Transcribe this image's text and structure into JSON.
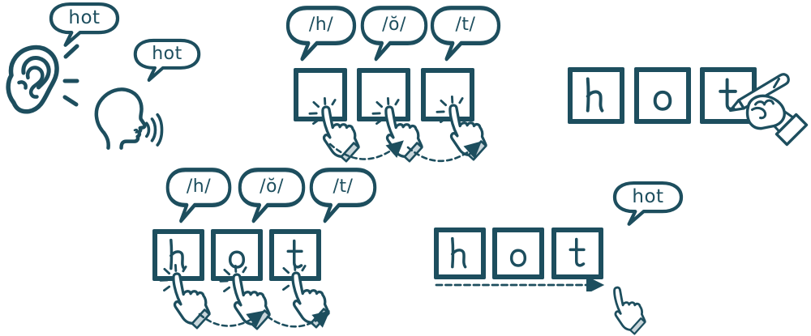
{
  "colors": {
    "ink": "#1d4e5e",
    "cuff": "#c9d6db",
    "background": "#ffffff"
  },
  "word": "hot",
  "panels": {
    "listen_and_say": {
      "heard_word": "hot",
      "spoken_word": "hot"
    },
    "tap_sounds": {
      "sound_bubbles": [
        "/h/",
        "/ŏ/",
        "/t/"
      ],
      "boxes": [
        "",
        "",
        ""
      ]
    },
    "write_word": {
      "boxes": [
        "h",
        "o",
        "t"
      ]
    },
    "tap_and_read_letters": {
      "sound_bubbles": [
        "/h/",
        "/ŏ/",
        "/t/"
      ],
      "boxes": [
        "h",
        "o",
        "t"
      ]
    },
    "blend_word": {
      "boxes": [
        "h",
        "o",
        "t"
      ],
      "word_bubble": "hot"
    }
  }
}
